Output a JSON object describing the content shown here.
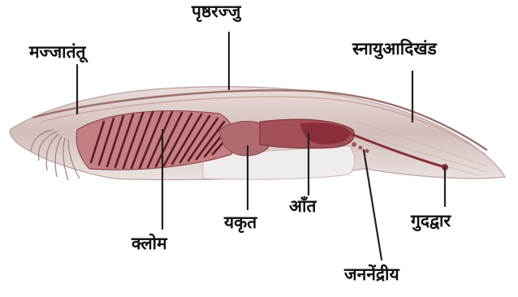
{
  "labels": {
    "spinal_cord": "पृष्ठरज्जु",
    "nerve_cord": "मज्जातंतू",
    "myotomes": "स्नायुआदिखंड",
    "gills": "क्लोम",
    "liver": "यकृत",
    "intestine": "आँत",
    "anus": "गुदद्वार",
    "gonads": "जननेंद्रीय"
  },
  "colors": {
    "body": "#d9c9c6",
    "gut": "#c08080",
    "liver": "#b06a70",
    "intestine": "#8b2e3b",
    "gill_bars": "#5a1e22",
    "pointer": "#222222"
  }
}
